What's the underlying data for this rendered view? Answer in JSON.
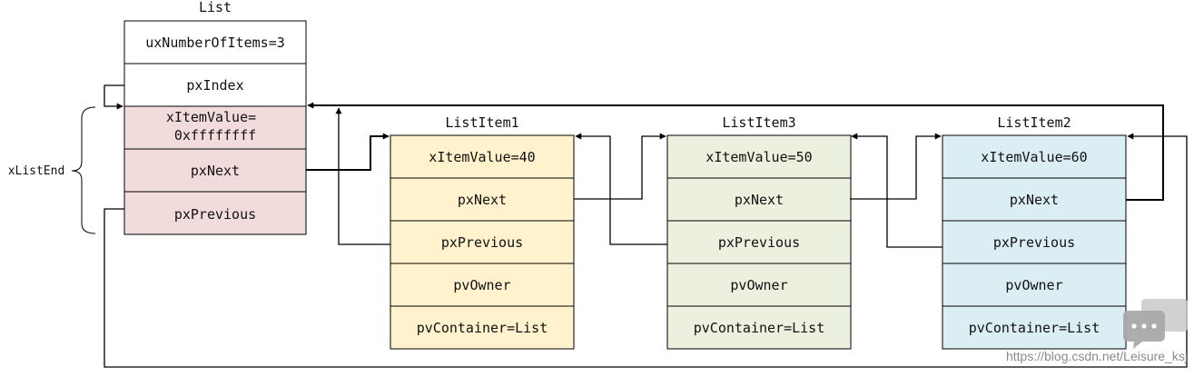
{
  "list": {
    "title": "List",
    "fields": [
      {
        "label": "uxNumberOfItems=3"
      },
      {
        "label": "pxIndex"
      },
      {
        "label": "xItemValue=\n0xffffffff"
      },
      {
        "label": "pxNext"
      },
      {
        "label": "pxPrevious"
      }
    ],
    "end_label": "xListEnd",
    "colors": {
      "fill": "#ffffff",
      "end_fill": "#f2dcdb"
    }
  },
  "items": [
    {
      "title": "ListItem1",
      "fill": "#fff2cc",
      "fields": [
        "xItemValue=40",
        "pxNext",
        "pxPrevious",
        "pvOwner",
        "pvContainer=List"
      ]
    },
    {
      "title": "ListItem3",
      "fill": "#ebf1de",
      "fields": [
        "xItemValue=50",
        "pxNext",
        "pxPrevious",
        "pvOwner",
        "pvContainer=List"
      ]
    },
    {
      "title": "ListItem2",
      "fill": "#dbeef4",
      "fields": [
        "xItemValue=60",
        "pxNext",
        "pxPrevious",
        "pvOwner",
        "pvContainer=List"
      ]
    }
  ],
  "watermark": {
    "text": "https://blog.csdn.net/Leisure_ksj",
    "icon": "chat-bubble-icon"
  }
}
